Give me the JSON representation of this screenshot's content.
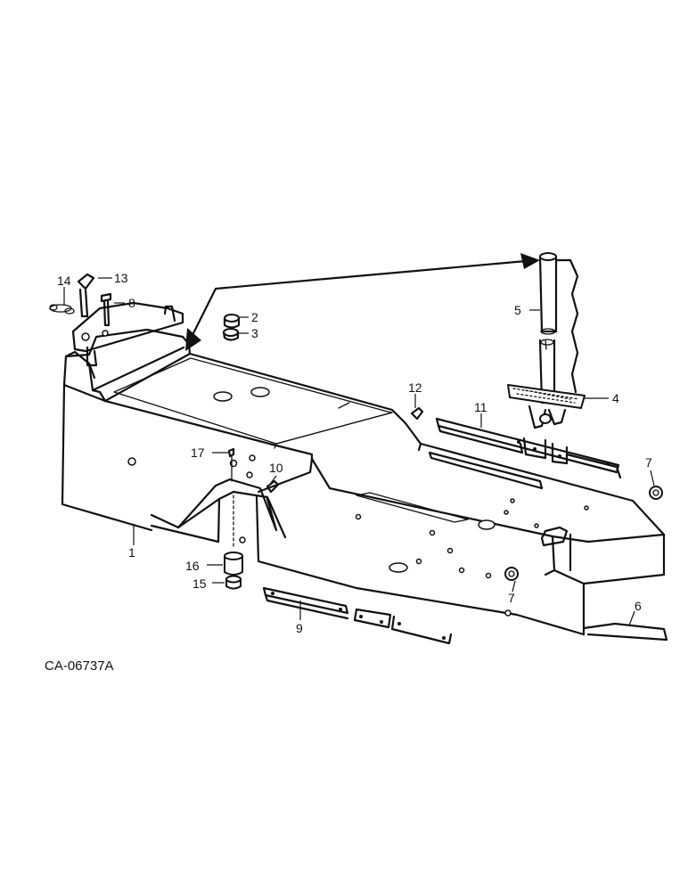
{
  "figure": {
    "code": "CA-06737A"
  },
  "callouts": {
    "c1": "1",
    "c2": "2",
    "c3": "3",
    "c4": "4",
    "c5": "5",
    "c6": "6",
    "c7a": "7",
    "c7b": "7",
    "c8": "8",
    "c9": "9",
    "c10": "10",
    "c11": "11",
    "c12": "12",
    "c13": "13",
    "c14": "14",
    "c15": "15",
    "c16": "16",
    "c17": "17"
  },
  "colors": {
    "ink": "#111111",
    "paper": "#ffffff"
  }
}
